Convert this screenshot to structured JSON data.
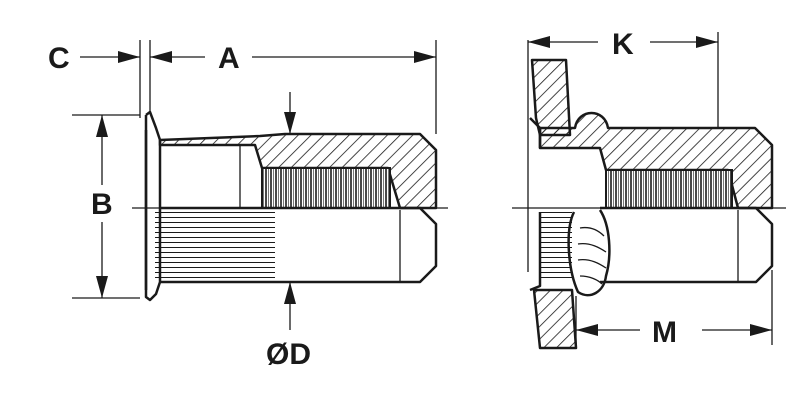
{
  "diagram": {
    "left_view": {
      "labels": {
        "c": "C",
        "a": "A",
        "b": "B",
        "d": "ØD"
      }
    },
    "right_view": {
      "labels": {
        "k": "K",
        "m": "M"
      }
    }
  }
}
